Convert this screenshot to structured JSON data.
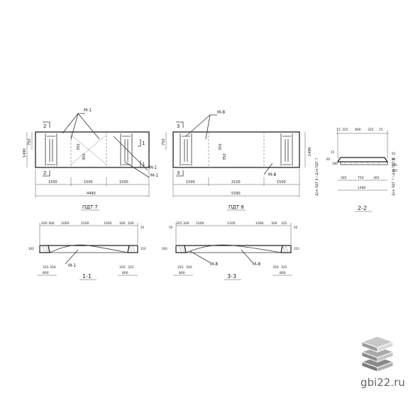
{
  "watermark": {
    "site": "gbi22.ru",
    "logo_icon": "stacked-slabs-logo-icon",
    "logo_color": "#8a8a8a"
  },
  "plan7": {
    "title": "ПДТ 7",
    "callouts": [
      "М-1",
      "М-1",
      "М-1"
    ],
    "section_marks": [
      "2",
      "2",
      "1",
      "1"
    ],
    "inner_dims": [
      "350",
      "350"
    ],
    "height_dims": [
      "1490",
      "750"
    ],
    "seg_dims": [
      "1500",
      "1500",
      "1500"
    ],
    "total_dim": "4490"
  },
  "plan8": {
    "title": "ПДТ 8",
    "callouts": [
      "М-8",
      "М-8"
    ],
    "section_marks": [
      "3",
      "3"
    ],
    "inner_dims": [
      "350",
      "350"
    ],
    "height_dims": [
      "750",
      "1490"
    ],
    "seg_dims": [
      "1500",
      "2100",
      "1500"
    ],
    "total_dim": "5390"
  },
  "section22": {
    "title": "2-2",
    "top_dims": [
      "15",
      "325",
      "800",
      "325",
      "15"
    ],
    "bottom_dims": [
      "365",
      "750",
      "365"
    ],
    "total_dim": "1480",
    "side_dims": [
      "90",
      "180",
      "15",
      "50",
      "60",
      "150",
      "300"
    ],
    "note_left": "Для ПДТ 8 / Для ПДТ 7",
    "note_right": "Для ПДТ 7 / Для ПДТ 8"
  },
  "section11": {
    "title": "1-1",
    "top_dims": [
      "200",
      "300",
      "1000",
      "1500",
      "1000",
      "300",
      "200"
    ],
    "callouts": [
      "М-1"
    ],
    "bottom_dims": [
      "325",
      "350",
      "350",
      "325"
    ],
    "ends": [
      "800",
      "800"
    ],
    "side_dims": [
      "300",
      "50",
      "310"
    ]
  },
  "section33": {
    "title": "3-3",
    "top_dims": [
      "325",
      "300",
      "1000",
      "2100",
      "1000",
      "300",
      "325"
    ],
    "callouts": [
      "М-8",
      "М-8"
    ],
    "bottom_dims": [
      "325",
      "350",
      "350",
      "325"
    ],
    "ends": [
      "800",
      "800"
    ],
    "side_dims": [
      "50",
      "300",
      "50",
      "310"
    ]
  }
}
